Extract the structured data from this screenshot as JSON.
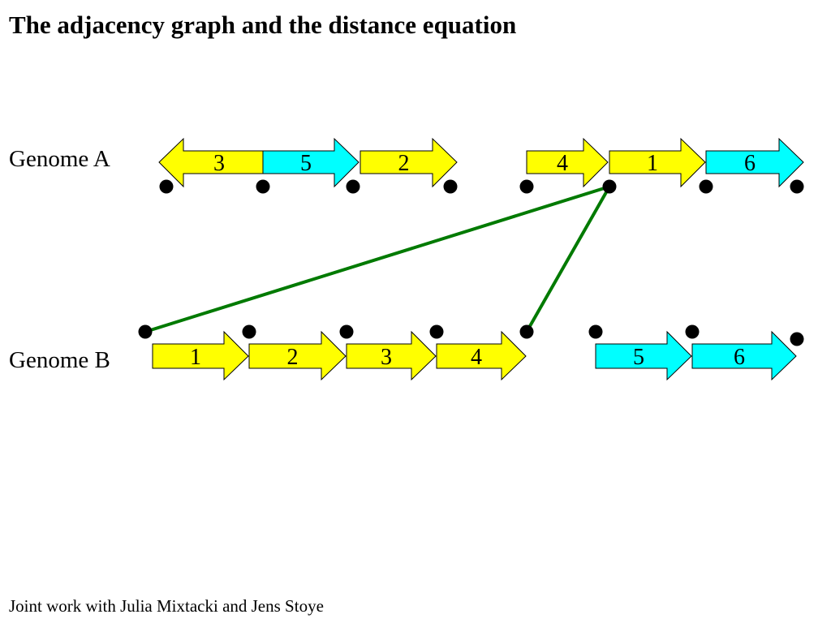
{
  "title": "The adjacency graph and the distance equation",
  "footer": "Joint work with Julia Mixtacki and Jens Stoye",
  "colors": {
    "yellow": "#ffff00",
    "cyan": "#00ffff",
    "edge": "#007a00",
    "outline": "#000000"
  },
  "genomes": [
    {
      "id": "A",
      "label": "Genome A",
      "genes": [
        {
          "label": "3",
          "direction": "left",
          "color": "yellow"
        },
        {
          "label": "5",
          "direction": "right",
          "color": "cyan"
        },
        {
          "label": "2",
          "direction": "right",
          "color": "yellow"
        },
        {
          "label": "4",
          "direction": "right",
          "color": "yellow"
        },
        {
          "label": "1",
          "direction": "right",
          "color": "yellow"
        },
        {
          "label": "6",
          "direction": "right",
          "color": "cyan"
        }
      ]
    },
    {
      "id": "B",
      "label": "Genome B",
      "genes": [
        {
          "label": "1",
          "direction": "right",
          "color": "yellow"
        },
        {
          "label": "2",
          "direction": "right",
          "color": "yellow"
        },
        {
          "label": "3",
          "direction": "right",
          "color": "yellow"
        },
        {
          "label": "4",
          "direction": "right",
          "color": "yellow"
        },
        {
          "label": "5",
          "direction": "right",
          "color": "cyan"
        },
        {
          "label": "6",
          "direction": "right",
          "color": "cyan"
        }
      ]
    }
  ],
  "edges_shown": 2
}
